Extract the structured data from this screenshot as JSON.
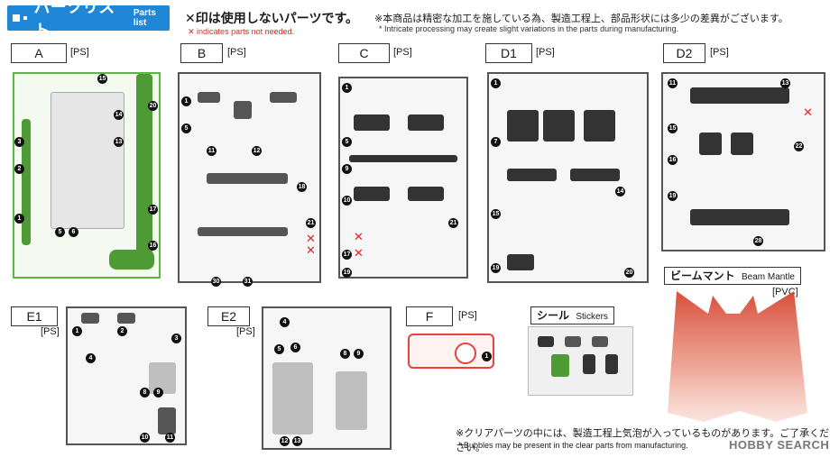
{
  "header": {
    "title": "パーツリスト",
    "subtitle": "Parts list",
    "not_needed_jp": "✕印は使用しないパーツです。",
    "not_needed_en": "✕ indicates parts not needed.",
    "variation_jp": "※本商品は精密な加工を施している為、製造工程上、部品形状には多少の差異がございます。",
    "variation_en": "* Intricate processing may create slight variations in the parts during manufacturing."
  },
  "runners": [
    {
      "id": "A",
      "material": "[PS]"
    },
    {
      "id": "B",
      "material": "[PS]"
    },
    {
      "id": "C",
      "material": "[PS]"
    },
    {
      "id": "D1",
      "material": "[PS]"
    },
    {
      "id": "D2",
      "material": "[PS]"
    },
    {
      "id": "E1",
      "material": "[PS]"
    },
    {
      "id": "E2",
      "material": "[PS]"
    },
    {
      "id": "F",
      "material": "[PS]"
    }
  ],
  "stickers": {
    "label_jp": "シール",
    "label_en": "Stickers"
  },
  "mantle": {
    "label_jp": "ビームマント",
    "label_en": "Beam Mantle",
    "material": "[PVC]"
  },
  "footer": {
    "bubbles_jp": "※クリアパーツの中には、製造工程上気泡が入っているものがあります。ご了承ください。",
    "bubbles_en": "* Bubbles may be present in the clear parts from manufacturing."
  },
  "watermark": "HOBBY SEARCH",
  "colors": {
    "header_blue": "#1f87d6",
    "x_red": "#e0252b",
    "runner_green": "#5cb73e",
    "runner_red": "#e8413f",
    "mantle_red": "#d6442f"
  }
}
